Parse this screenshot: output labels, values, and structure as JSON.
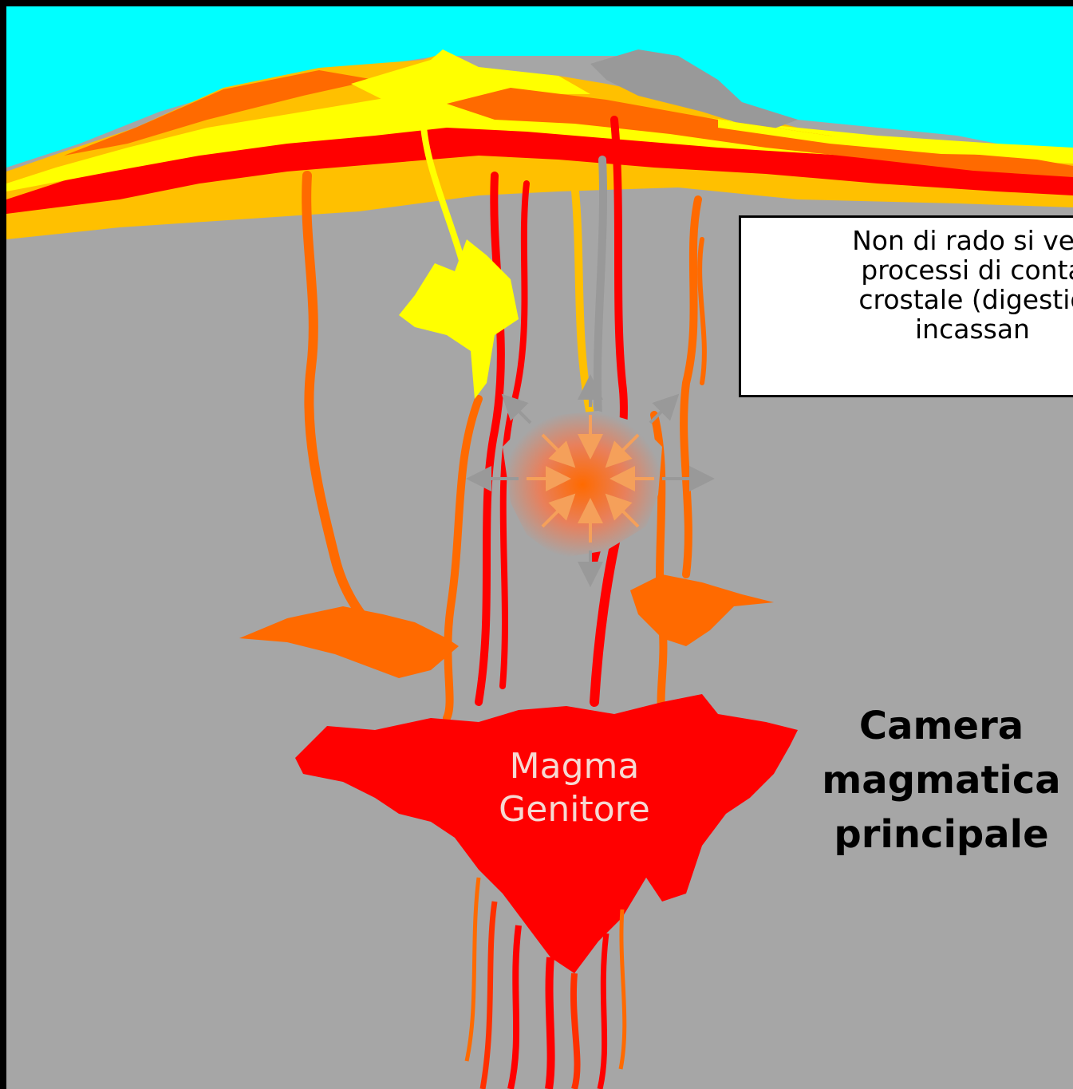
{
  "callout": {
    "text": "Non di rado si veri\nprocessi di conta\ncrostale (digestio\nincassan"
  },
  "labels": {
    "parent_magma": "Magma\nGenitore",
    "main_chamber": "Camera\nmagmatica\nprincipale"
  },
  "colors": {
    "sky": "#00ffff",
    "crust": "#a6a6a6",
    "frame": "#000000",
    "magma_red": "#ff0000",
    "magma_orange": "#ff6a00",
    "layer_yellow": "#ffff00",
    "layer_gold": "#ffc000",
    "grey_layer": "#999999"
  }
}
